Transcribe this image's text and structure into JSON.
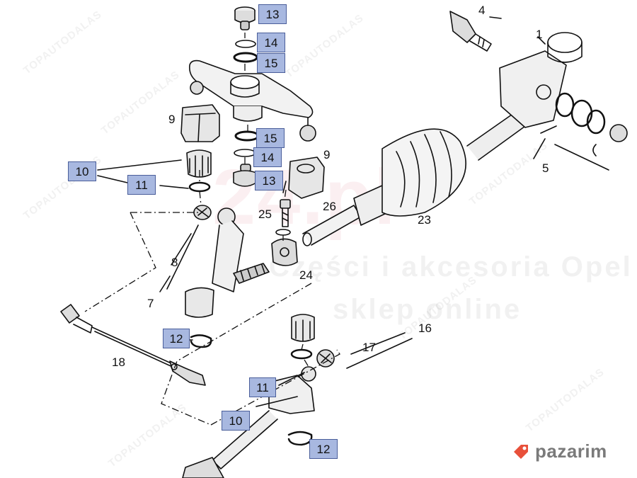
{
  "watermarks": {
    "pattern_text": "TOPAUTODALAS",
    "large_text": "24.pl",
    "sub_text_1": "Części i akcesoria Opel",
    "sub_text_2": "sklep online"
  },
  "callouts": {
    "n1": "1",
    "n4": "4",
    "n5": "5",
    "n7": "7",
    "n8": "8",
    "n9a": "9",
    "n9b": "9",
    "n16": "16",
    "n17": "17",
    "n18": "18",
    "n23": "23",
    "n24": "24",
    "n25": "25",
    "n26": "26"
  },
  "badges": {
    "b13a": "13",
    "b14a": "14",
    "b15a": "15",
    "b15b": "15",
    "b14b": "14",
    "b13b": "13",
    "b10a": "10",
    "b11a": "11",
    "b12a": "12",
    "b11b": "11",
    "b10b": "10",
    "b12b": "12"
  },
  "colors": {
    "badge_fill": "#a8b8e0",
    "badge_border": "#4a5e9a",
    "line": "#111111",
    "brand_tag": "#e8503a"
  },
  "brand": {
    "name": "pazarim",
    "icon": "price-tag-icon"
  }
}
